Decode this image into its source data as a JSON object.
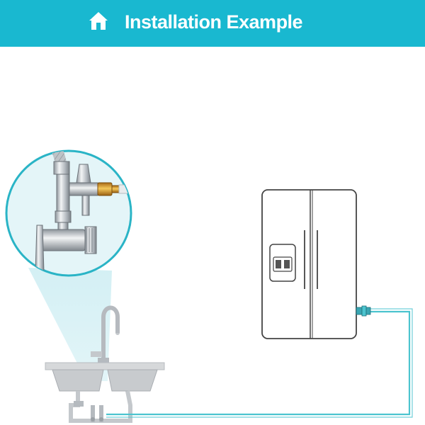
{
  "header": {
    "title": "Installation Example",
    "icon": "home-icon"
  },
  "colors": {
    "banner": "#19b8d0",
    "banner_text": "#ffffff",
    "water_line": "#4cc4cf",
    "zoom_circle_border": "#2ab4c6",
    "zoom_circle_fill": "#ddf3f6",
    "outline": "#444444",
    "sink": "#d6d8da"
  },
  "illustration": {
    "components": [
      "magnifier-circle",
      "angle-stop-valve",
      "kitchen-sink",
      "faucet",
      "refrigerator",
      "water-supply-line"
    ]
  }
}
